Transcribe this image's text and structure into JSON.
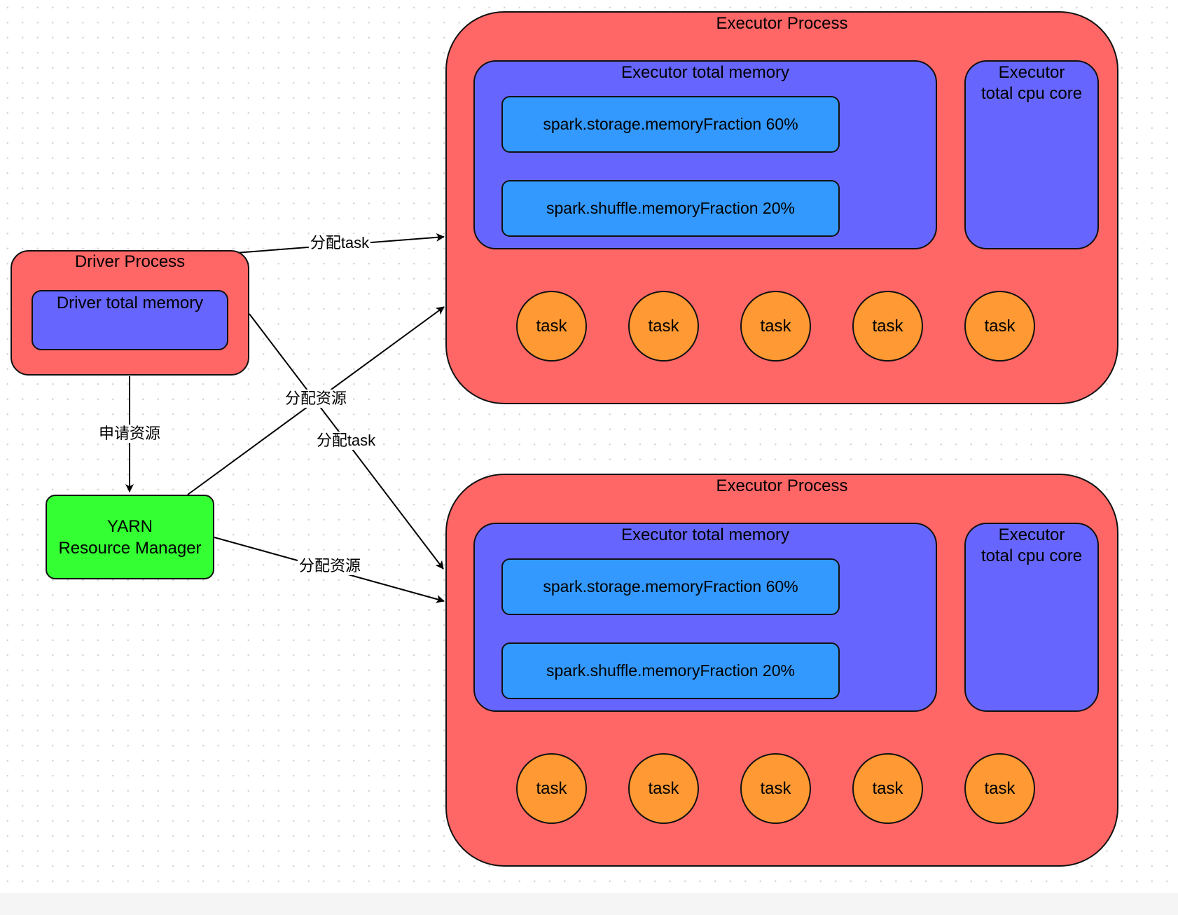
{
  "driver": {
    "title": "Driver Process",
    "memory": "Driver total memory"
  },
  "yarn": {
    "line1": "YARN",
    "line2": "Resource Manager"
  },
  "executors": [
    {
      "title": "Executor Process",
      "memory_title": "Executor total memory",
      "storage_fraction": "spark.storage.memoryFraction 60%",
      "shuffle_fraction": "spark.shuffle.memoryFraction 20%",
      "cpu_line1": "Executor",
      "cpu_line2": "total cpu core",
      "tasks": [
        "task",
        "task",
        "task",
        "task",
        "task"
      ]
    },
    {
      "title": "Executor Process",
      "memory_title": "Executor total memory",
      "storage_fraction": "spark.storage.memoryFraction 60%",
      "shuffle_fraction": "spark.shuffle.memoryFraction 20%",
      "cpu_line1": "Executor",
      "cpu_line2": "total cpu core",
      "tasks": [
        "task",
        "task",
        "task",
        "task",
        "task"
      ]
    }
  ],
  "edges": {
    "driver_to_yarn": "申请资源",
    "driver_to_exec1": "分配task",
    "driver_to_exec2": "分配task",
    "yarn_to_exec1": "分配资源",
    "yarn_to_exec2": "分配资源"
  }
}
